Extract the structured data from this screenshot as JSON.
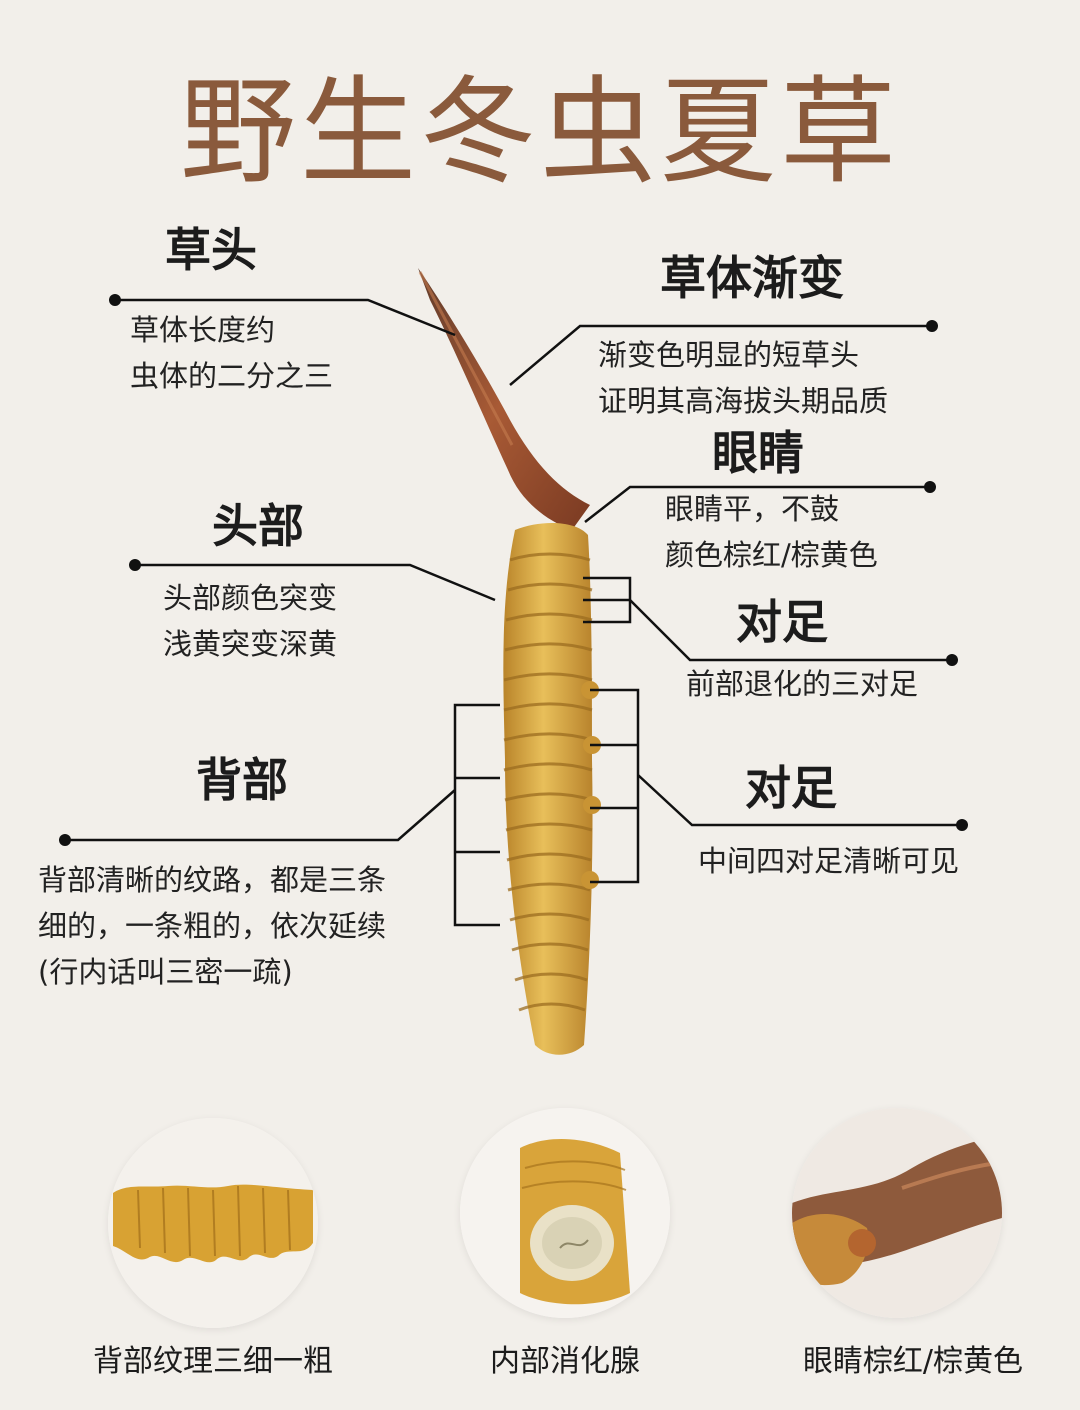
{
  "title": "野生冬虫夏草",
  "labels": {
    "caotou": {
      "heading": "草头",
      "lines": [
        "草体长度约",
        "虫体的二分之三"
      ]
    },
    "gradient": {
      "heading": "草体渐变",
      "lines": [
        "渐变色明显的短草头",
        "证明其高海拔头期品质"
      ]
    },
    "eyes": {
      "heading": "眼睛",
      "lines": [
        "眼睛平，不鼓",
        "颜色棕红/棕黄色"
      ]
    },
    "head": {
      "heading": "头部",
      "lines": [
        "头部颜色突变",
        "浅黄突变深黄"
      ]
    },
    "front_feet": {
      "heading": "对足",
      "lines": [
        "前部退化的三对足"
      ]
    },
    "back": {
      "heading": "背部",
      "lines": [
        "背部清晰的纹路，都是三条",
        "细的，一条粗的，依次延续",
        "(行内话叫三密一疏)"
      ]
    },
    "mid_feet": {
      "heading": "对足",
      "lines": [
        "中间四对足清晰可见"
      ]
    }
  },
  "captions": [
    "背部纹理三细一粗",
    "内部消化腺",
    "眼睛棕红/棕黄色"
  ],
  "colors": {
    "background": "#f2efea",
    "title": "#8a5a3c",
    "body": "#d9a43a",
    "stroma": "#8b4a2b"
  }
}
